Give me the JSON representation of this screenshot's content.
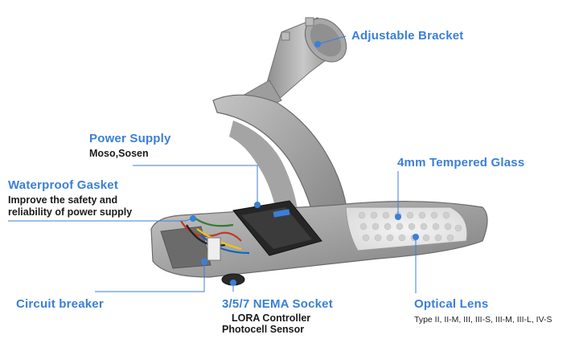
{
  "callouts": {
    "bracket": {
      "title": "Adjustable Bracket"
    },
    "power": {
      "title": "Power Supply",
      "sub": "Moso,Sosen"
    },
    "gasket": {
      "title": "Waterproof Gasket",
      "sub1": "Improve the safety and",
      "sub2": "reliability of power supply"
    },
    "glass": {
      "title": "4mm Tempered Glass"
    },
    "breaker": {
      "title": "Circuit breaker"
    },
    "nema": {
      "title": "3/5/7 NEMA Socket",
      "sub1": "LORA Controller",
      "sub2": "Photocell Sensor"
    },
    "lens": {
      "title": "Optical Lens",
      "sub": "Type II, II-M, III, III-S, III-M, III-L, IV-S"
    }
  },
  "colors": {
    "accent": "#3a7fd8",
    "housing": "#9a9a9a",
    "text": "#1a1a1a"
  }
}
